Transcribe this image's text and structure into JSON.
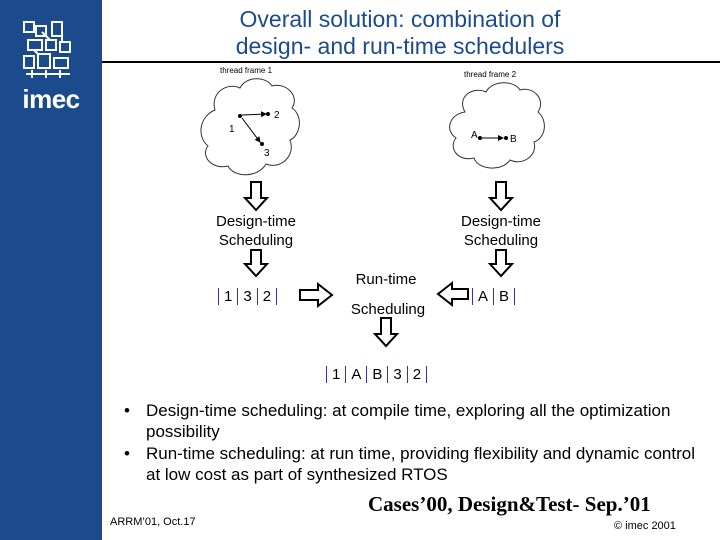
{
  "brand": {
    "logo_text": "imec",
    "sidebar_color": "#1c4b8d"
  },
  "title": {
    "line1": "Overall solution: combination of",
    "line2": "design- and run-time schedulers"
  },
  "diagram": {
    "frame1": {
      "label": "thread frame 1",
      "nodes": [
        "1",
        "2",
        "3"
      ]
    },
    "frame2": {
      "label": "thread frame 2",
      "nodes": [
        "A",
        "B"
      ]
    },
    "design_time_left": {
      "line1": "Design-time",
      "line2": "Scheduling"
    },
    "design_time_right": {
      "line1": "Design-time",
      "line2": "Scheduling"
    },
    "runtime": {
      "line1": "Run-time",
      "line2": "Scheduling"
    },
    "schedule_left": [
      "1",
      "3",
      "2"
    ],
    "schedule_right": [
      "A",
      "B"
    ],
    "schedule_final": [
      "1",
      "A",
      "B",
      "3",
      "2"
    ]
  },
  "bullets": [
    {
      "dot": "•",
      "text": "Design-time scheduling: at compile time, exploring all the optimization possibility"
    },
    {
      "dot": "•",
      "text": "Run-time scheduling: at run time, providing flexibility and dynamic control at low cost as part of synthesized RTOS"
    }
  ],
  "citation": "Cases’00, Design&Test- Sep.’01",
  "footer": {
    "left": "ARRM’01, Oct.17",
    "right": "© imec 2001"
  }
}
